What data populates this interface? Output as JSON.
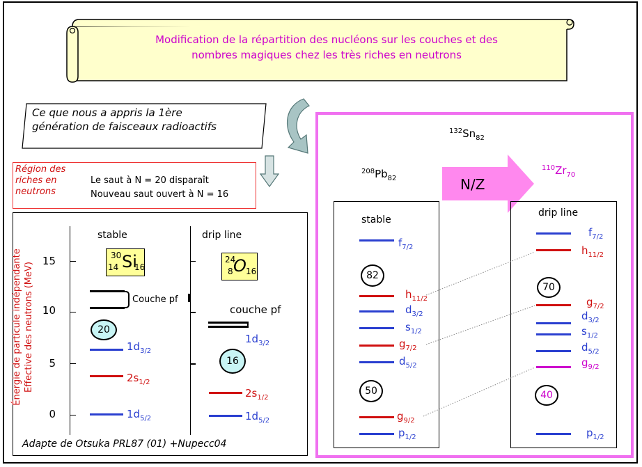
{
  "title_line1": "Modification de la répartition des nucléons sur les couches et des",
  "title_line2": "nombres magiques chez les très riches en neutrons",
  "callout_line1": "Ce que nous a appris la 1ère",
  "callout_line2": "génération de faisceaux radioactifs",
  "region_line1": "Région des",
  "region_line2": "riches en",
  "region_line3": "neutrons",
  "region_text1": "Le saut à N = 20 disparaît",
  "region_text2": "Nouveau saut ouvert à N = 16",
  "left_panel": {
    "ylabel1": "Énergie de particule indépendante",
    "ylabel2": "Effective des neutrons  (MeV)",
    "yticks": [
      "15",
      "10",
      "5",
      "0"
    ],
    "col1": "stable",
    "col2": "drip line",
    "si": {
      "A": "30",
      "Z": "14",
      "sym": "Si",
      "N": "16"
    },
    "o": {
      "A": "24",
      "Z": "8",
      "sym": "O",
      "N": "16"
    },
    "couche1": "Couche pf",
    "couche2": "couche pf",
    "magic20": "20",
    "magic16": "16",
    "lbl_1d32": "1d",
    "lbl_1d32_sub": "3/2",
    "lbl_2s12": "2s",
    "lbl_2s12_sub": "1/2",
    "lbl_1d52": "1d",
    "lbl_1d52_sub": "5/2",
    "footer": "Adapte de Otsuka PRL87 (01)  +Nupecc04"
  },
  "right_panel": {
    "sn": {
      "A": "132",
      "sym": "Sn",
      "N": "82"
    },
    "pb": {
      "A": "208",
      "sym": "Pb",
      "N": "82"
    },
    "zr": {
      "A": "110",
      "sym": "Zr",
      "N": "70"
    },
    "arrow_label": "N/Z",
    "col1": "stable",
    "col2": "drip line",
    "magic82": "82",
    "magic50": "50",
    "magic70": "70",
    "magic40": "40",
    "stable_levels": [
      {
        "l": "f",
        "s": "7/2"
      },
      {
        "l": "h",
        "s": "11/2"
      },
      {
        "l": "d",
        "s": "3/2"
      },
      {
        "l": "s",
        "s": "1/2"
      },
      {
        "l": "g",
        "s": "7/2"
      },
      {
        "l": "d",
        "s": "5/2"
      },
      {
        "l": "g",
        "s": "9/2"
      },
      {
        "l": "p",
        "s": "1/2"
      }
    ],
    "drip_levels": [
      {
        "l": "f",
        "s": "7/2"
      },
      {
        "l": "h",
        "s": "11/2"
      },
      {
        "l": "g",
        "s": "7/2"
      },
      {
        "l": "d",
        "s": "3/2"
      },
      {
        "l": "s",
        "s": "1/2"
      },
      {
        "l": "d",
        "s": "5/2"
      },
      {
        "l": "g",
        "s": "9/2"
      },
      {
        "l": "p",
        "s": "1/2"
      }
    ]
  },
  "colors": {
    "blue": "#2a3fd0",
    "red": "#d01010",
    "magenta": "#cc00cc",
    "pink_border": "#f070f0"
  }
}
